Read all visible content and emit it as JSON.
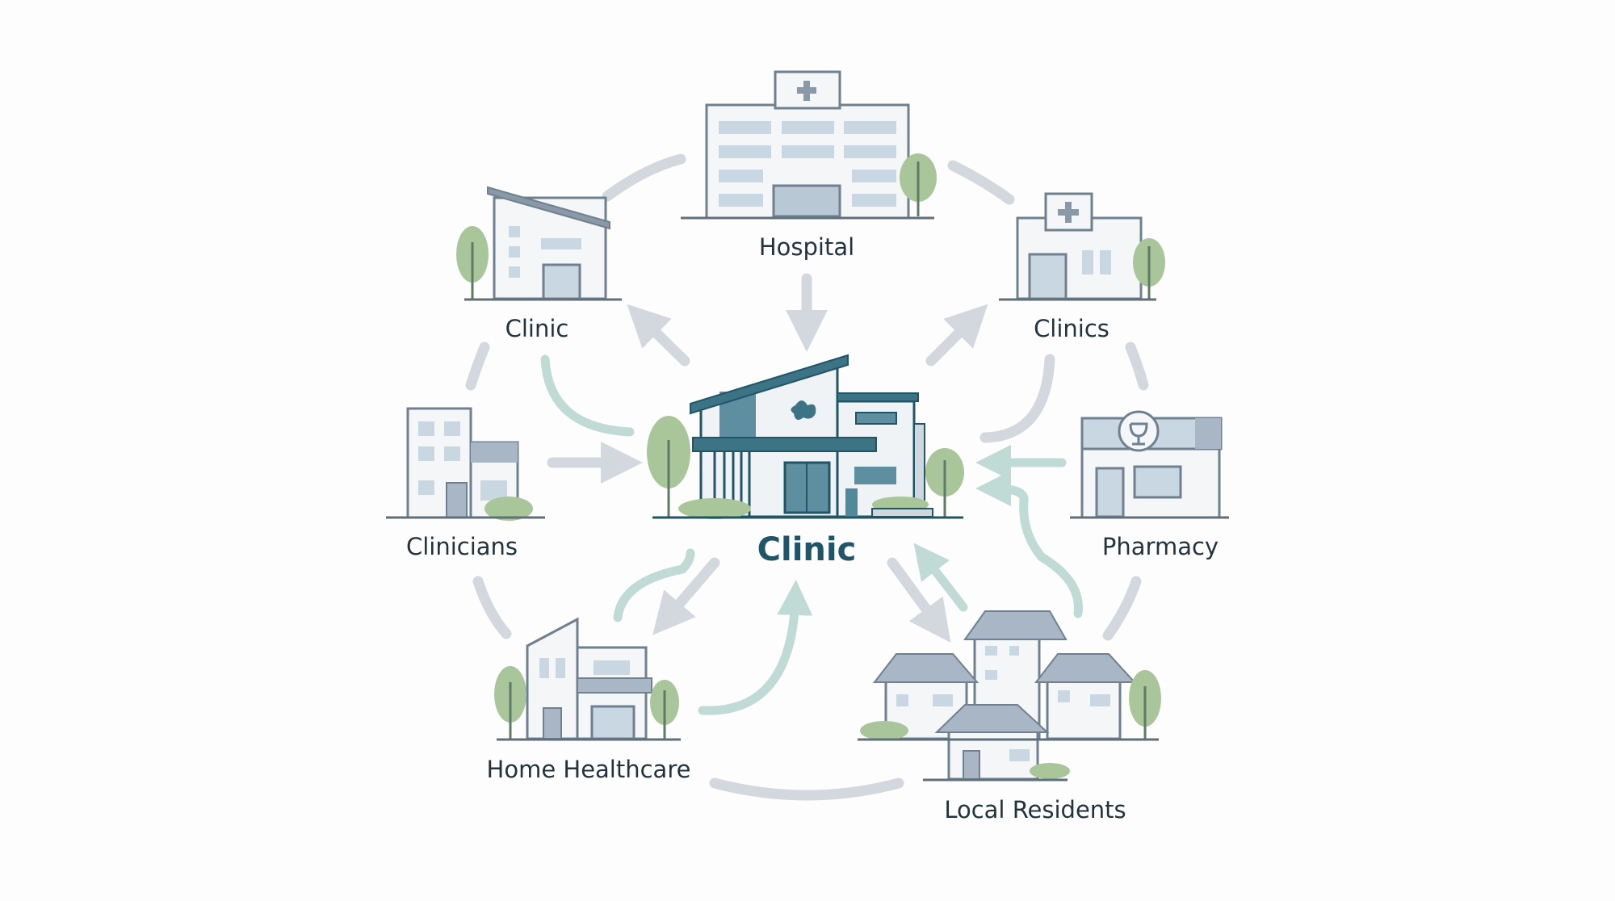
{
  "diagram": {
    "center": {
      "label": "Clinic"
    },
    "nodes": [
      {
        "id": "hospital",
        "label": "Hospital"
      },
      {
        "id": "clinic",
        "label": "Clinic"
      },
      {
        "id": "clinics",
        "label": "Clinics"
      },
      {
        "id": "clinicians",
        "label": "Clinicians"
      },
      {
        "id": "pharmacy",
        "label": "Pharmacy"
      },
      {
        "id": "home-healthcare",
        "label": "Home Healthcare"
      },
      {
        "id": "local-residents",
        "label": "Local Residents"
      }
    ],
    "colors": {
      "primary": "#1f5566",
      "accent": "#4e8a9a",
      "green": "#a9c59a",
      "arrow_grey": "#d3d8df",
      "arrow_teal": "#c0dad6"
    }
  }
}
